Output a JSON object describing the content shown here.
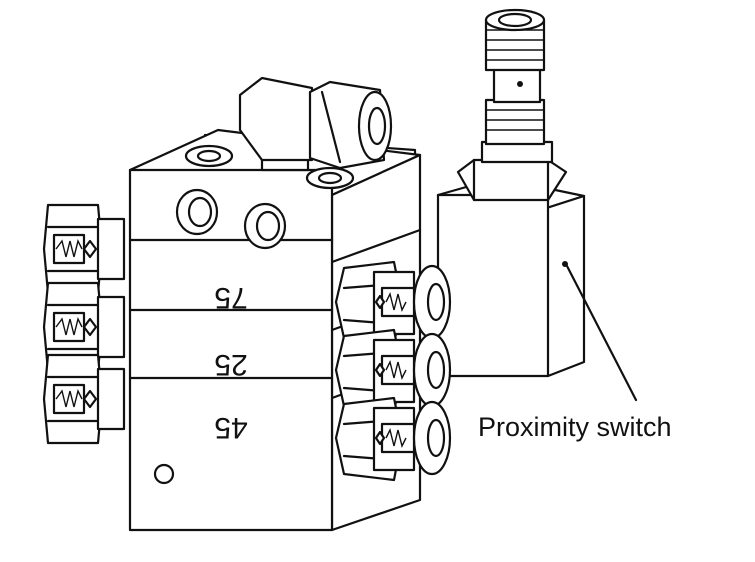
{
  "labels": {
    "callout": "Proximity switch",
    "section_top": "75",
    "section_middle": "25",
    "section_bottom": "45"
  },
  "colors": {
    "line": "#111111",
    "background": "#ffffff"
  }
}
